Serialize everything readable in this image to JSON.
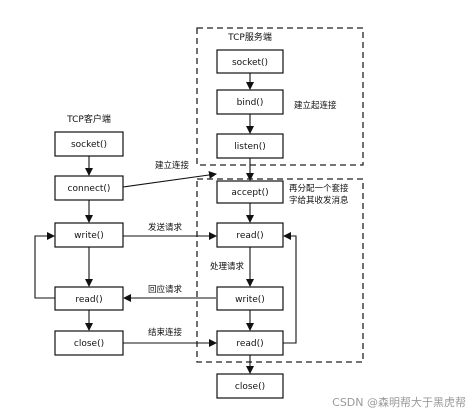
{
  "diagram": {
    "server_title": "TCP服务端",
    "client_title": "TCP客户端",
    "server": {
      "socket": "socket()",
      "bind": "bind()",
      "listen": "listen()",
      "accept": "accept()",
      "read1": "read()",
      "write": "write()",
      "read2": "read()",
      "close": "close()"
    },
    "client": {
      "socket": "socket()",
      "connect": "connect()",
      "write": "write()",
      "read": "read()",
      "close": "close()"
    },
    "annotations": {
      "build_connection_server": "建立起连接",
      "build_connection_client": "建立连接",
      "reallocate_line1": "再分配一个套接",
      "reallocate_line2": "字给其收发消息",
      "send_request": "发送请求",
      "process_request": "处理请求",
      "reply_request": "回应请求",
      "end_connection": "结束连接"
    },
    "watermark": "CSDN @森明帮大于黑虎帮"
  }
}
